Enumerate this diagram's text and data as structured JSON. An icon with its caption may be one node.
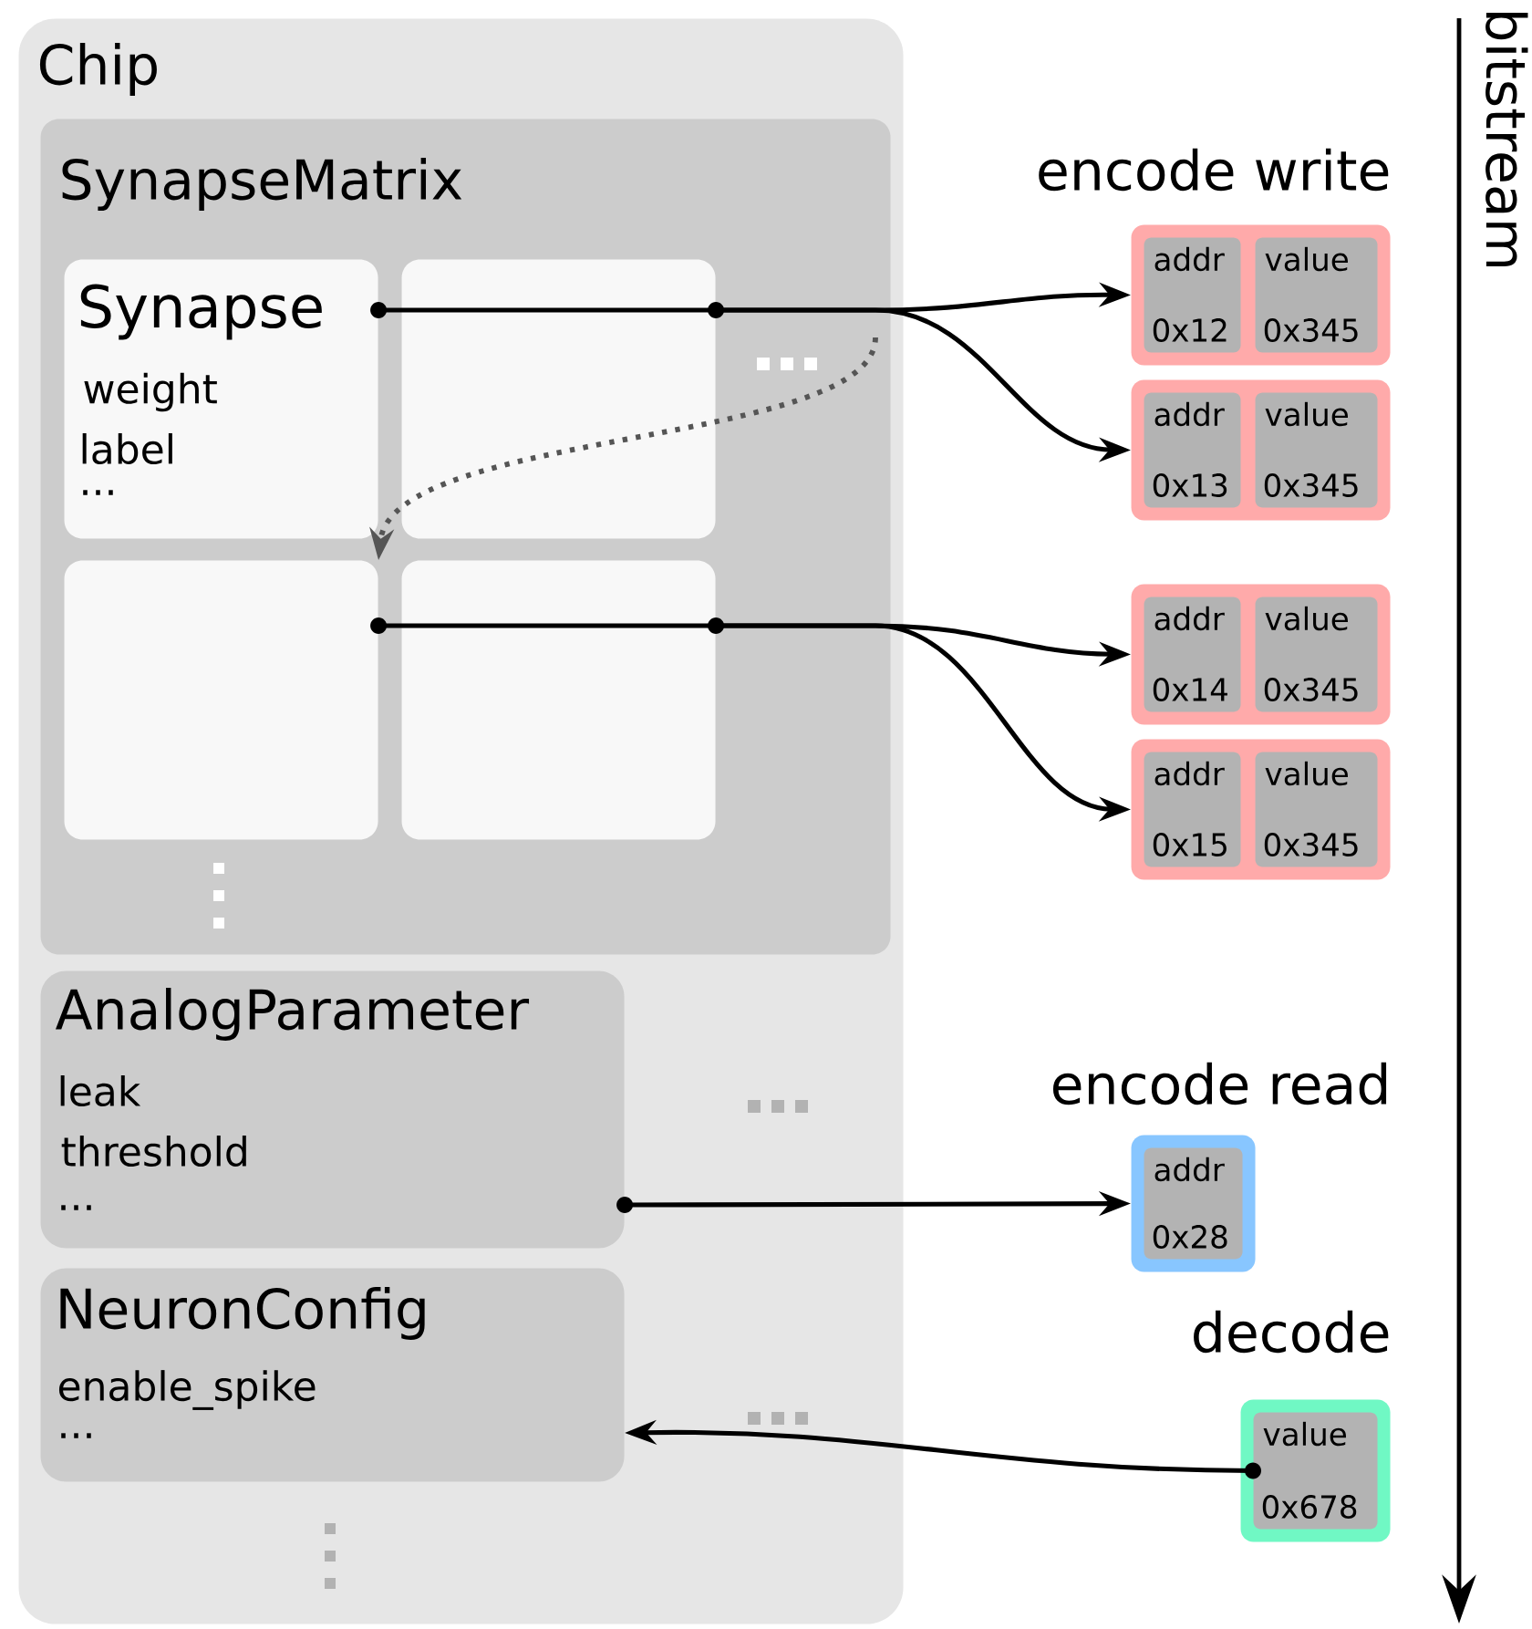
{
  "diagram": {
    "nodes": [
      {
        "text": [
          "Chip"
        ]
      },
      {
        "text": [
          "SynapseMatrix"
        ],
        "in": 0
      },
      {
        "text": [
          "Synapse",
          "weight",
          "label",
          "..."
        ],
        "in": 1
      },
      {
        "text": [],
        "shape": "box",
        "in": 1
      },
      {
        "text": [],
        "shape": "box",
        "in": 1
      },
      {
        "text": [],
        "shape": "box",
        "in": 1
      },
      {
        "text": [
          "AnalogParameter",
          "leak",
          "threshold",
          "..."
        ],
        "in": 0
      },
      {
        "text": [
          "NeuronConfig",
          "enable_spike",
          "..."
        ],
        "in": 0
      },
      {
        "text": [],
        "shape": "box"
      },
      {
        "text": [
          "addr",
          "0x12"
        ],
        "in": 8
      },
      {
        "text": [
          "value",
          "0x345"
        ],
        "in": 8
      },
      {
        "text": [],
        "shape": "box"
      },
      {
        "text": [
          "addr",
          "0x13"
        ],
        "in": 11
      },
      {
        "text": [
          "value",
          "0x345"
        ],
        "in": 11
      },
      {
        "text": [],
        "shape": "box"
      },
      {
        "text": [
          "addr",
          "0x14"
        ],
        "in": 14
      },
      {
        "text": [
          "value",
          "0x345"
        ],
        "in": 14
      },
      {
        "text": [],
        "shape": "box"
      },
      {
        "text": [
          "addr",
          "0x15"
        ],
        "in": 17
      },
      {
        "text": [
          "value",
          "0x345"
        ],
        "in": 17
      },
      {
        "text": [],
        "shape": "box"
      },
      {
        "text": [
          "addr",
          "0x28"
        ],
        "in": 20
      },
      {
        "text": [],
        "shape": "box"
      },
      {
        "text": [
          "value",
          "0x678"
        ],
        "in": 22
      }
    ],
    "edges": [
      {
        "from": 2,
        "to": 3,
        "arrow": "other"
      },
      {
        "from": 3,
        "to": 8,
        "arrow": "to"
      },
      {
        "from": 3,
        "to": 11,
        "arrow": "to"
      },
      {
        "from": 4,
        "to": 5,
        "arrow": "other"
      },
      {
        "from": 5,
        "to": 14,
        "arrow": "to"
      },
      {
        "from": 5,
        "to": 17,
        "arrow": "to"
      },
      {
        "from": null,
        "to": 4,
        "arrow": "to",
        "style": "dashed",
        "color": "#555555"
      },
      {
        "from": 6,
        "to": 20,
        "arrow": "to"
      },
      {
        "from": 23,
        "to": 7,
        "arrow": "to"
      }
    ],
    "labels": [
      "bitstream",
      "encode write",
      "encode read",
      "decode"
    ]
  }
}
